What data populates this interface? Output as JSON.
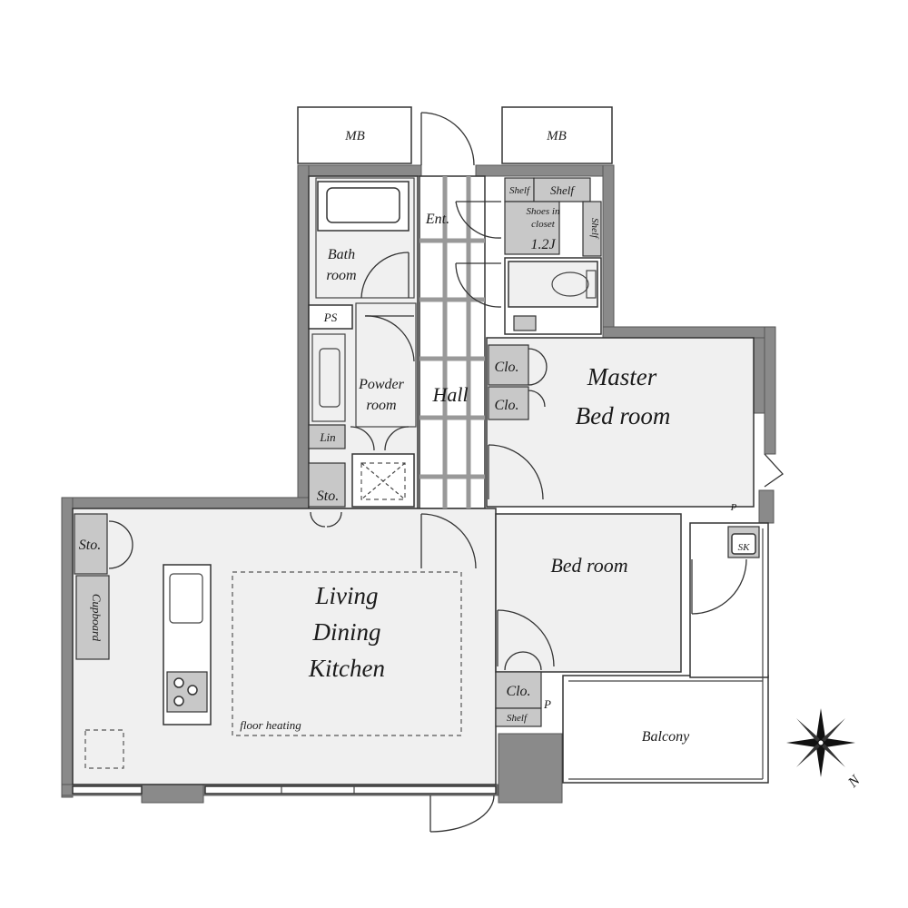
{
  "labels": {
    "mb_left": "MB",
    "mb_right": "MB",
    "entrance": "Ent.",
    "shelf_top_left": "Shelf",
    "shelf_top_right": "Shelf",
    "shoes_closet_line1": "Shoes in",
    "shoes_closet_line2": "closet",
    "shoes_closet_size": "1.2J",
    "shelf_side": "Shelf",
    "bath_line1": "Bath",
    "bath_line2": "room",
    "ps": "PS",
    "powder_line1": "Powder",
    "powder_line2": "room",
    "hall": "Hall",
    "linen": "Lin",
    "storage_hall": "Sto.",
    "closet_1": "Clo.",
    "closet_2": "Clo.",
    "master_line1": "Master",
    "master_line2": "Bed room",
    "sink": "SK",
    "storage_kitchen": "Sto.",
    "cupboard": "Cupboard",
    "ldk_line1": "Living",
    "ldk_line2": "Dining",
    "ldk_line3": "Kitchen",
    "floor_heating": "floor heating",
    "bedroom": "Bed room",
    "closet_3": "Clo.",
    "shelf_bottom": "Shelf",
    "pillar_p": "P",
    "pillar_p2": "P",
    "balcony": "Balcony",
    "compass_north": "N"
  }
}
